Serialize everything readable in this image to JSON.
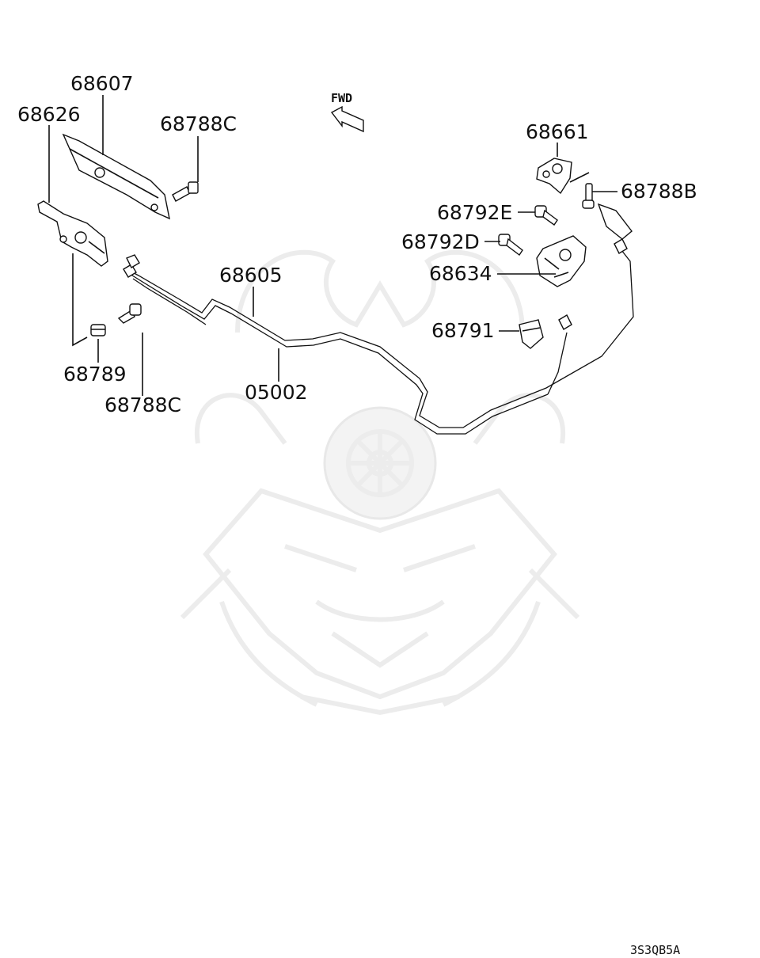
{
  "diagram": {
    "direction_label": "FWD",
    "drawing_code": "3S3QB5A",
    "parts": {
      "p68607": "68607",
      "p68626": "68626",
      "p68788c_top": "68788C",
      "p68661": "68661",
      "p68788b": "68788B",
      "p68792e": "68792E",
      "p68792d": "68792D",
      "p68634": "68634",
      "p68605": "68605",
      "p68791": "68791",
      "p05002": "05002",
      "p68789": "68789",
      "p68788c_bottom": "68788C"
    }
  }
}
